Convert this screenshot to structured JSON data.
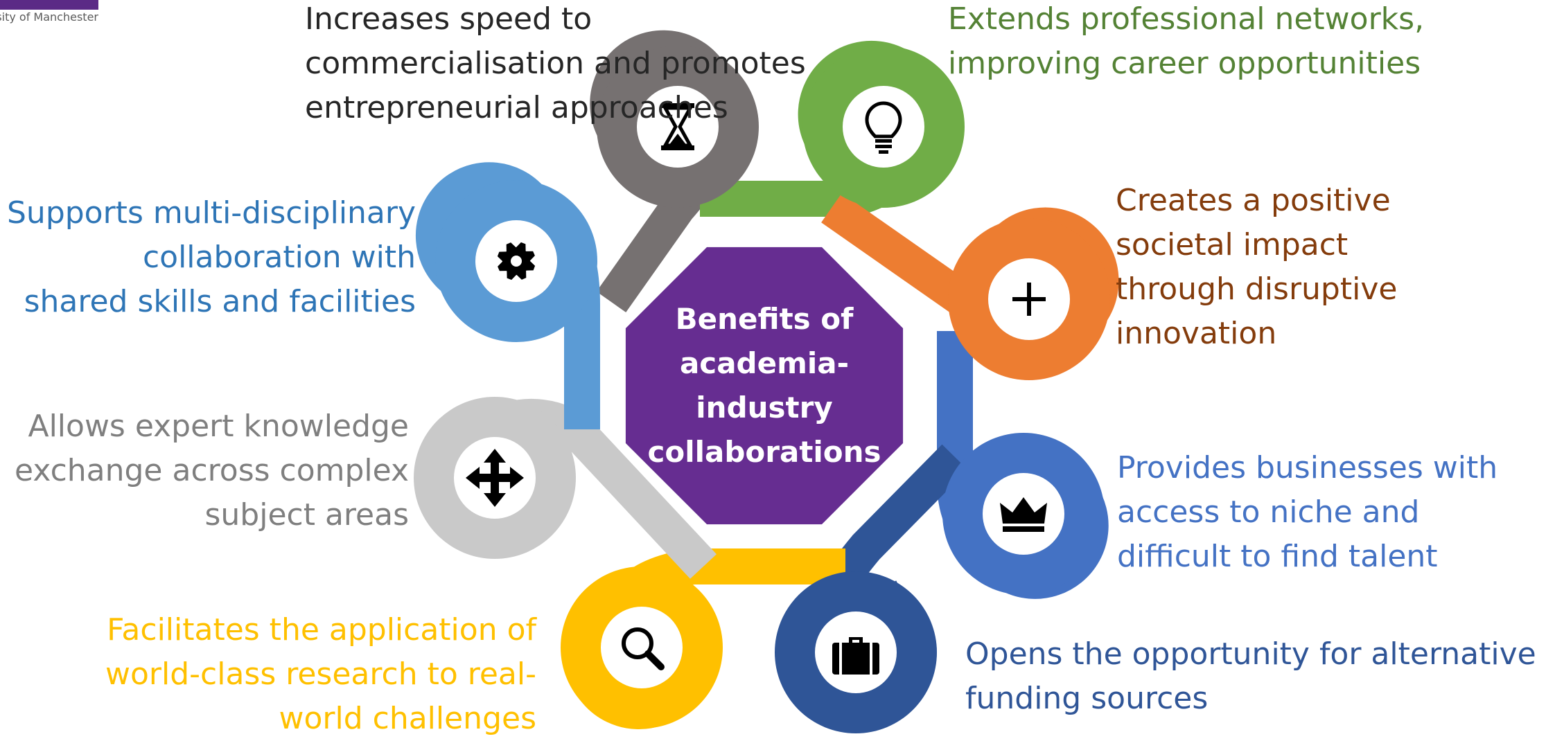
{
  "logo": {
    "text": "University of Manchester",
    "color": "#5b2a86"
  },
  "center": {
    "lines": [
      "Benefits of",
      "academia-",
      "industry",
      "collaborations"
    ],
    "fill": "#662d91",
    "text_color": "#ffffff"
  },
  "petals": [
    {
      "id": "speed",
      "color": "#767171",
      "icon": "hourglass-icon",
      "text_color": "#262626",
      "lines": [
        "Increases speed to",
        "commercialisation and promotes",
        "entrepreneurial approaches"
      ]
    },
    {
      "id": "networks",
      "color": "#70ad47",
      "icon": "lightbulb-icon",
      "text_color": "#548235",
      "lines": [
        "Extends professional networks,",
        "improving career opportunities"
      ]
    },
    {
      "id": "societal",
      "color": "#ed7d31",
      "icon": "plus-icon",
      "text_color": "#843c0c",
      "lines": [
        "Creates a positive",
        "societal impact",
        "through disruptive",
        "innovation"
      ]
    },
    {
      "id": "talent",
      "color": "#4472c4",
      "icon": "crown-icon",
      "text_color": "#4472c4",
      "lines": [
        "Provides businesses with",
        "access to niche and",
        "difficult to find talent"
      ]
    },
    {
      "id": "funding",
      "color": "#2f5597",
      "icon": "briefcase-icon",
      "text_color": "#2f5597",
      "lines": [
        "Opens the opportunity for alternative",
        "funding sources"
      ]
    },
    {
      "id": "research",
      "color": "#ffc000",
      "icon": "magnifier-icon",
      "text_color": "#ffc000",
      "lines": [
        "Facilitates the application of",
        "world-class research to real-",
        "world challenges"
      ]
    },
    {
      "id": "knowledge",
      "color": "#c9c9c9",
      "icon": "move-arrows-icon",
      "text_color": "#7f7f7f",
      "lines": [
        "Allows expert knowledge",
        "exchange across complex",
        "subject areas"
      ]
    },
    {
      "id": "multidisciplinary",
      "color": "#5b9bd5",
      "icon": "gear-icon",
      "text_color": "#2e75b6",
      "lines": [
        "Supports multi-disciplinary",
        "collaboration with",
        "shared skills and facilities"
      ]
    }
  ]
}
